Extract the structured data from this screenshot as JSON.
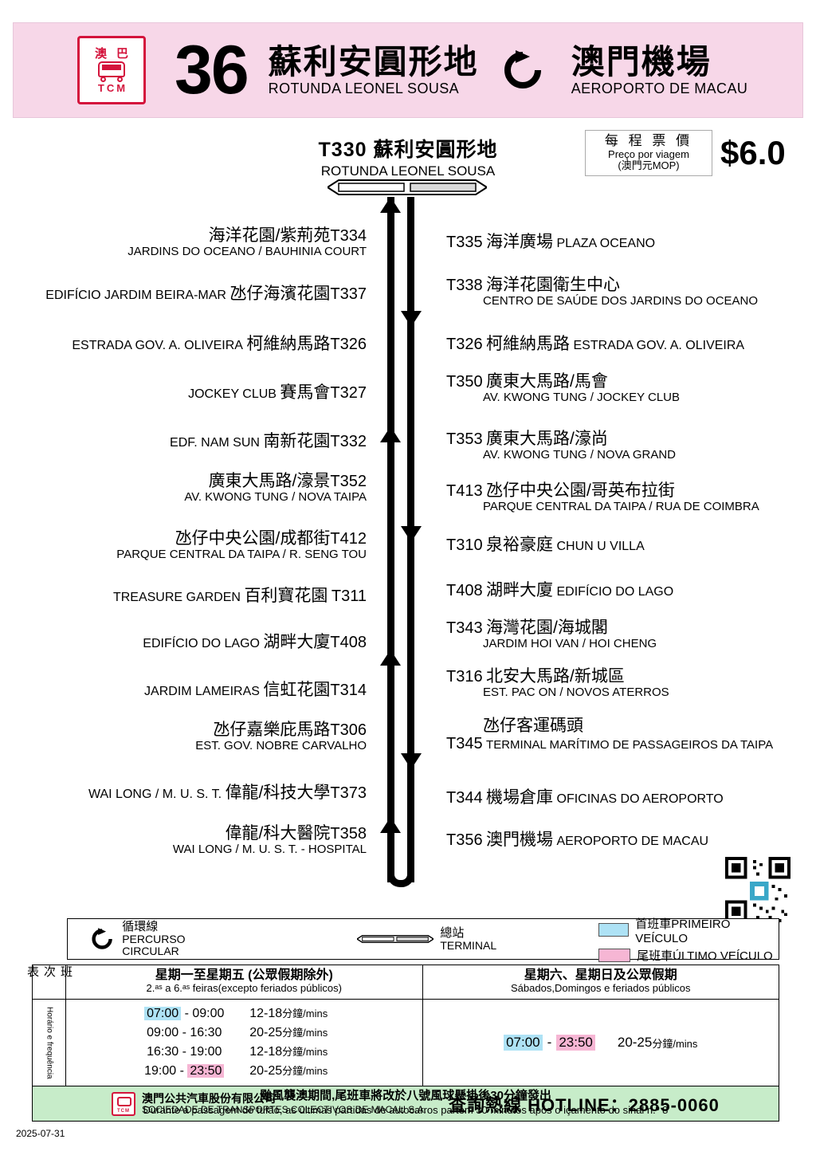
{
  "header": {
    "logo_top": "澳巴",
    "logo_bottom": "TCM",
    "route_number": "36",
    "origin_cn": "蘇利安圓形地",
    "origin_pt": "ROTUNDA LEONEL SOUSA",
    "destination_cn": "澳門機場",
    "destination_pt": "AEROPORTO DE MACAU",
    "circular_icon": "circular-arrow-icon"
  },
  "terminal_top": {
    "line1": "T330 蘇利安圓形地",
    "line2": "ROTUNDA LEONEL SOUSA"
  },
  "fare": {
    "label_cn": "每 程 票 價",
    "label_pt": "Preço por viagem",
    "currency": "(澳門元MOP)",
    "amount": "$6.0"
  },
  "stops_left": [
    {
      "cn": "海洋花園/紫荊苑",
      "pt": "JARDINS DO OCEANO / BAUHINIA COURT",
      "code": "T334",
      "layout": "two-line"
    },
    {
      "cn": "氹仔海濱花園",
      "pt": "EDIFÍCIO JARDIM BEIRA-MAR",
      "code": "T337",
      "layout": "one-line"
    },
    {
      "cn": "柯維納馬路",
      "pt": "ESTRADA GOV. A. OLIVEIRA",
      "code": "T326",
      "layout": "one-line"
    },
    {
      "cn": "賽馬會",
      "pt": "JOCKEY CLUB",
      "code": "T327",
      "layout": "one-line"
    },
    {
      "cn": "南新花園",
      "pt": "EDF. NAM SUN",
      "code": "T332",
      "layout": "one-line"
    },
    {
      "cn": "廣東大馬路/濠景",
      "pt": "AV. KWONG TUNG / NOVA TAIPA",
      "code": "T352",
      "layout": "two-line"
    },
    {
      "cn": "氹仔中央公園/成都街",
      "pt": "PARQUE CENTRAL DA TAIPA / R. SENG TOU",
      "code": "T412",
      "layout": "two-line"
    },
    {
      "cn": "百利寶花園",
      "pt": "TREASURE GARDEN",
      "code": "T311",
      "layout": "one-line"
    },
    {
      "cn": "湖畔大廈",
      "pt": "EDIFÍCIO DO LAGO",
      "code": "T408",
      "layout": "one-line"
    },
    {
      "cn": "信虹花園",
      "pt": "JARDIM LAMEIRAS",
      "code": "T314",
      "layout": "one-line"
    },
    {
      "cn": "氹仔嘉樂庇馬路",
      "pt": "EST. GOV. NOBRE CARVALHO",
      "code": "T306",
      "layout": "two-line"
    },
    {
      "cn": "偉龍/科技大學",
      "pt": "WAI LONG / M. U. S. T.",
      "code": "T373",
      "layout": "one-line"
    },
    {
      "cn": "偉龍/科大醫院",
      "pt": "WAI LONG / M. U. S. T. - HOSPITAL",
      "code": "T358",
      "layout": "two-line"
    }
  ],
  "stops_right": [
    {
      "code": "T335",
      "cn": "海洋廣場",
      "pt": "PLAZA OCEANO",
      "layout": "one-line"
    },
    {
      "code": "T338",
      "cn": "海洋花園衛生中心",
      "pt": "CENTRO DE SAÚDE DOS JARDINS DO OCEANO",
      "layout": "two-line"
    },
    {
      "code": "T326",
      "cn": "柯維納馬路",
      "pt": "ESTRADA GOV. A. OLIVEIRA",
      "layout": "one-line"
    },
    {
      "code": "T350",
      "cn": "廣東大馬路/馬會",
      "pt": "AV. KWONG TUNG / JOCKEY CLUB",
      "layout": "two-line"
    },
    {
      "code": "T353",
      "cn": "廣東大馬路/濠尚",
      "pt": "AV. KWONG TUNG / NOVA GRAND",
      "layout": "two-line"
    },
    {
      "code": "T413",
      "cn": "氹仔中央公園/哥英布拉街",
      "pt": "PARQUE CENTRAL DA TAIPA / RUA DE COIMBRA",
      "layout": "two-line"
    },
    {
      "code": "T310",
      "cn": "泉裕豪庭",
      "pt": "CHUN U VILLA",
      "layout": "one-line"
    },
    {
      "code": "T408",
      "cn": "湖畔大廈",
      "pt": "EDIFÍCIO DO LAGO",
      "layout": "one-line"
    },
    {
      "code": "T343",
      "cn": "海灣花園/海城閣",
      "pt": "JARDIM HOI VAN / HOI CHENG",
      "layout": "two-line"
    },
    {
      "code": "T316",
      "cn": "北安大馬路/新城區",
      "pt": "EST. PAC ON / NOVOS ATERROS",
      "layout": "two-line"
    },
    {
      "code": "T345",
      "cn": "氹仔客運碼頭",
      "pt": "TERMINAL MARÍTIMO DE PASSAGEIROS DA TAIPA",
      "layout": "two-line"
    },
    {
      "code": "T344",
      "cn": "機場倉庫",
      "pt": "OFICINAS DO AEROPORTO",
      "layout": "one-line"
    },
    {
      "code": "T356",
      "cn": "澳門機場",
      "pt": "AEROPORTO  DE  MACAU",
      "layout": "one-line"
    }
  ],
  "legend": {
    "circular_cn": "循環線",
    "circular_pt": "PERCURSO CIRCULAR",
    "terminal_cn": "總站",
    "terminal_pt": "TERMINAL",
    "first_cn": "首班車",
    "first_pt": "PRIMEIRO VEÍCULO",
    "last_cn": "尾班車",
    "last_pt": "ÚLTIMO VEÍCULO",
    "first_color": "#aee2f5",
    "last_color": "#f6b6d4"
  },
  "timetable": {
    "side_cn": "班 次 表",
    "side_pt": "Horário e frequência",
    "weekday_cn": "星期一至星期五 (公眾假期除外)",
    "weekday_pt": "2.ᵃˢ a 6.ᵃˢ feiras(excepto feriados públicos)",
    "weekend_cn": "星期六、星期日及公眾假期",
    "weekend_pt": "Sábados,Domingos e feriados públicos",
    "weekday_rows": [
      {
        "from": "07:00",
        "dash": "-",
        "to": "09:00",
        "freq": "12-18",
        "unit": "分鐘/mins",
        "from_hl": "blue",
        "to_hl": "none"
      },
      {
        "from": "09:00",
        "dash": "-",
        "to": "16:30",
        "freq": "20-25",
        "unit": "分鐘/mins",
        "from_hl": "none",
        "to_hl": "none"
      },
      {
        "from": "16:30",
        "dash": "-",
        "to": "19:00",
        "freq": "12-18",
        "unit": "分鐘/mins",
        "from_hl": "none",
        "to_hl": "none"
      },
      {
        "from": "19:00",
        "dash": "-",
        "to": "23:50",
        "freq": "20-25",
        "unit": "分鐘/mins",
        "from_hl": "none",
        "to_hl": "pink"
      }
    ],
    "weekend_row": {
      "from": "07:00",
      "dash": "-",
      "to": "23:50",
      "freq": "20-25",
      "unit": "分鐘/mins"
    },
    "typhoon_cn": "颱風襲澳期間,尾班車將改於八號風球懸掛後30分鐘發出",
    "typhoon_pt": "Durante a passagem do tufão, as últimas partidas de autocarros partem 30 minutos após o içamento do sinal n.º 8"
  },
  "footer": {
    "company_cn": "澳門公共汽車股份有限公司",
    "company_pt": "SOCIEDADE DE TRANSPORTES COLECTIVOS DE MACAU S.A.",
    "hotline_label": "查詢熱線 HOTLINE：",
    "hotline_number": "2885-0060"
  },
  "datestamp": "2025-07-31"
}
